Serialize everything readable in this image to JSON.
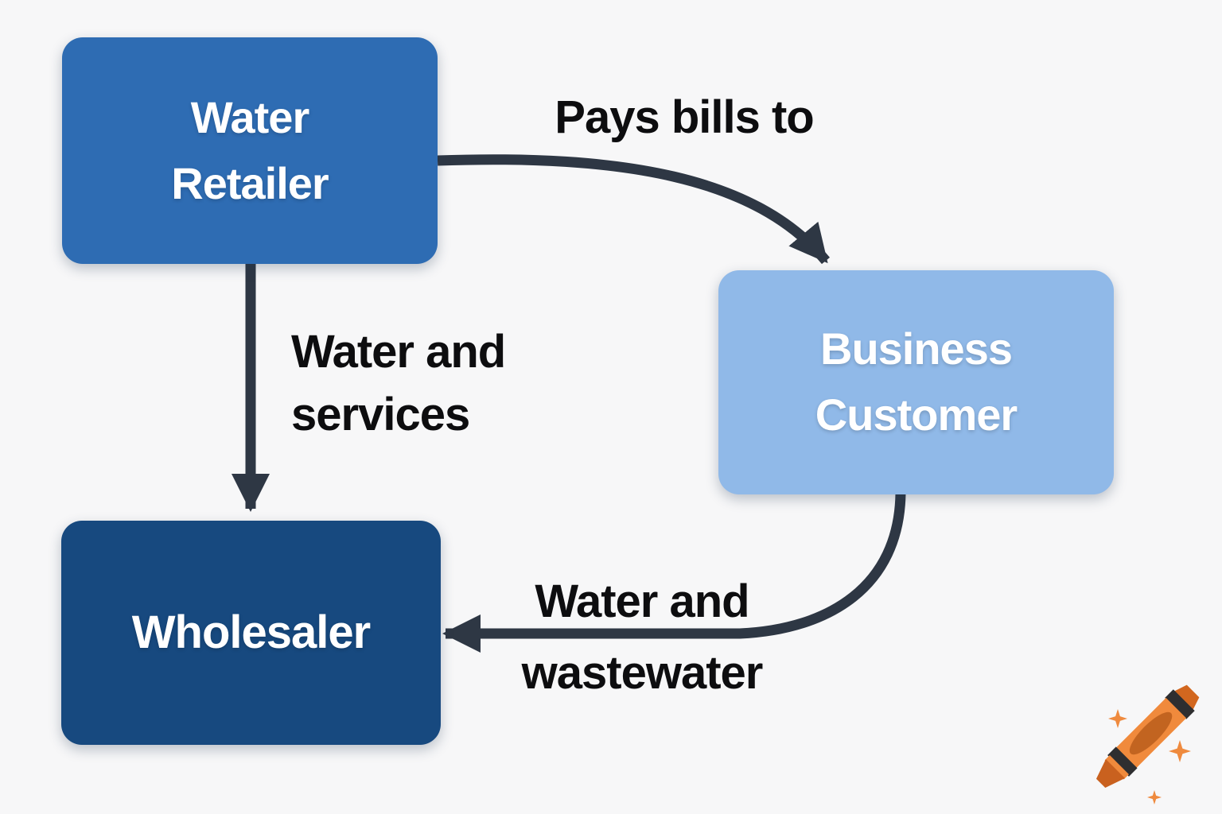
{
  "diagram": {
    "background": "#f7f7f8",
    "arrow_color": "#2e3744",
    "label_color": "#0d0d0f",
    "nodes": [
      {
        "id": "water-retailer",
        "lines": [
          "Water",
          "Retailer"
        ],
        "fill": "#2e6cb3"
      },
      {
        "id": "business-customer",
        "lines": [
          "Business",
          "Customer"
        ],
        "fill": "#90b9e8"
      },
      {
        "id": "wholesaler",
        "lines": [
          "Wholesaler"
        ],
        "fill": "#17497f"
      }
    ],
    "edges": [
      {
        "from": "Water Retailer",
        "to": "Business Customer",
        "label_lines": [
          "Pays bills to"
        ]
      },
      {
        "from": "Water Retailer",
        "to": "Wholesaler",
        "label_lines": [
          "Water and",
          "services"
        ]
      },
      {
        "from": "Business Customer",
        "to": "Wholesaler",
        "label_lines": [
          "Water and",
          "wastewater"
        ]
      }
    ]
  },
  "watermark": {
    "icon": "crayon-icon",
    "colors": {
      "body": "#f08a3c",
      "inner": "#c26420",
      "tip": "#c9611f",
      "back": "#d2671f",
      "bands": "#2e2e30",
      "sparkle": "#ef8a3e"
    }
  }
}
